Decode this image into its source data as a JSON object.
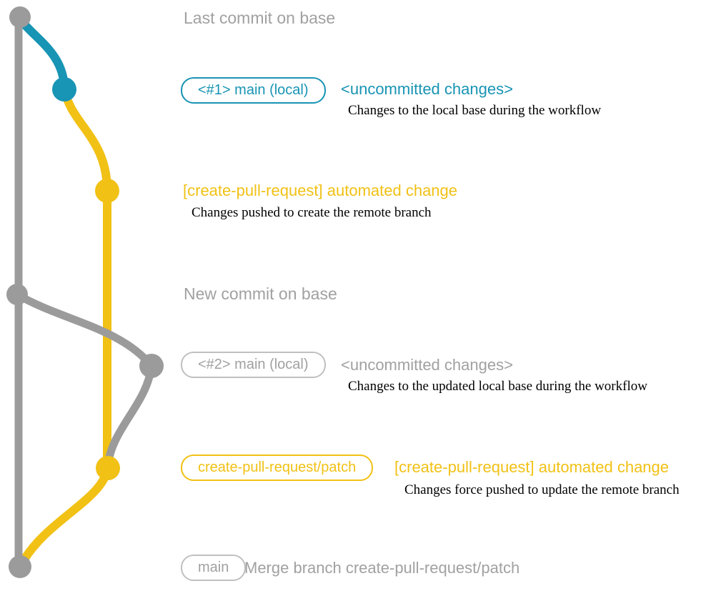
{
  "colors": {
    "gray_line": "#9b9b9b",
    "gray_text": "#a1a1a1",
    "gray_border": "#c0c0c0",
    "blue": "#1894b4",
    "yellow": "#f1c115",
    "desc_text": "#000000"
  },
  "labels": {
    "last_commit": "Last commit on base",
    "new_commit": "New commit on base"
  },
  "rows": {
    "row1": {
      "badge": "<#1> main (local)",
      "title": "<uncommitted changes>",
      "desc": "Changes to the local base during the workflow"
    },
    "row2": {
      "title": "[create-pull-request] automated change",
      "desc": "Changes pushed to create the remote branch"
    },
    "row3": {
      "badge": "<#2> main (local)",
      "title": "<uncommitted changes>",
      "desc": "Changes to the updated local base during the workflow"
    },
    "row4": {
      "badge": "create-pull-request/patch",
      "title": "[create-pull-request] automated change",
      "desc": "Changes force pushed to update the remote branch"
    },
    "row5": {
      "badge": "main",
      "title": "Merge branch create-pull-request/patch"
    }
  },
  "graph": {
    "branches": [
      "base (gray)",
      "local main (blue)",
      "create-pull-request/patch (yellow)"
    ],
    "commit_dots": [
      "last-commit-on-base",
      "local-uncommitted-1",
      "automated-change-1",
      "new-commit-on-base",
      "local-uncommitted-2",
      "automated-change-2",
      "merge-commit"
    ]
  }
}
